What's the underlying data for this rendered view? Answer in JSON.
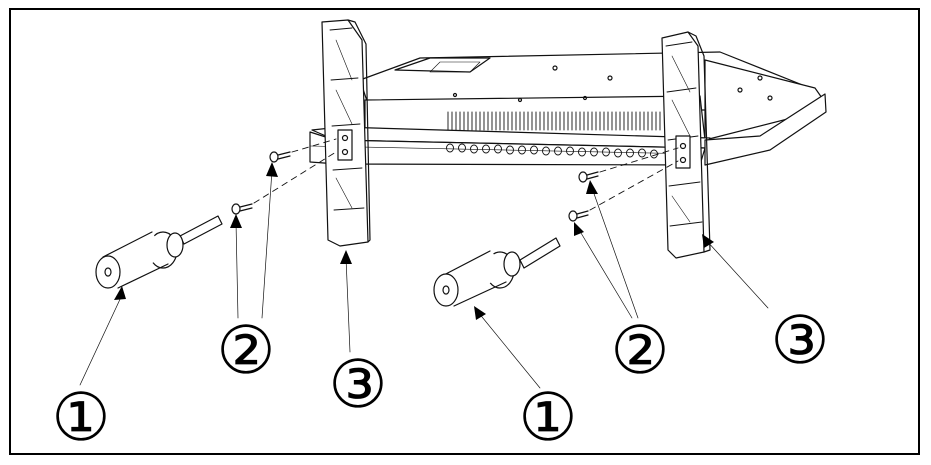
{
  "diagram": {
    "callouts": [
      {
        "id": "c1a",
        "label": "①"
      },
      {
        "id": "c2a",
        "label": "②"
      },
      {
        "id": "c3a",
        "label": "③"
      },
      {
        "id": "c1b",
        "label": "①"
      },
      {
        "id": "c2b",
        "label": "②"
      },
      {
        "id": "c3b",
        "label": "③"
      }
    ]
  }
}
